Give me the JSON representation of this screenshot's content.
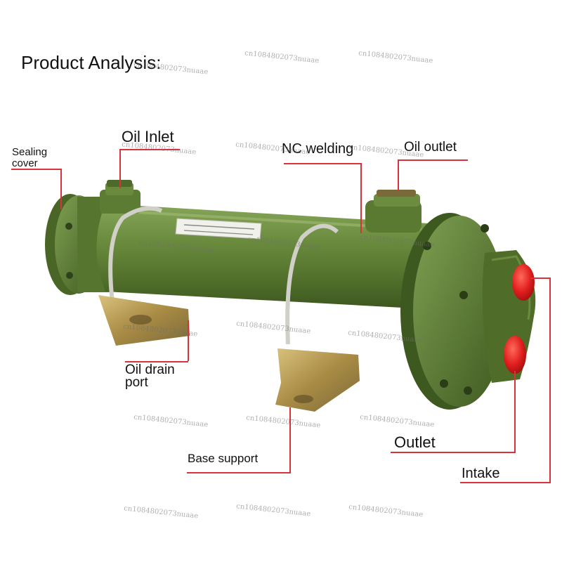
{
  "heading": "Product Analysis:",
  "labels": {
    "oil_inlet": "Oil Inlet",
    "sealing_cover_line1": "Sealing",
    "sealing_cover_line2": "cover",
    "nc_welding": "NC welding",
    "oil_outlet": "Oil outlet",
    "oil_drain_line1": "Oil drain",
    "oil_drain_line2": "port",
    "outlet": "Outlet",
    "base_support": "Base support",
    "intake": "Intake"
  },
  "watermark": "cn1084802073nuaae",
  "colors": {
    "body_green": "#5e7d34",
    "cap_red": "#e01e1e",
    "leader_red": "#d8333a",
    "bracket": "#b59a52"
  }
}
